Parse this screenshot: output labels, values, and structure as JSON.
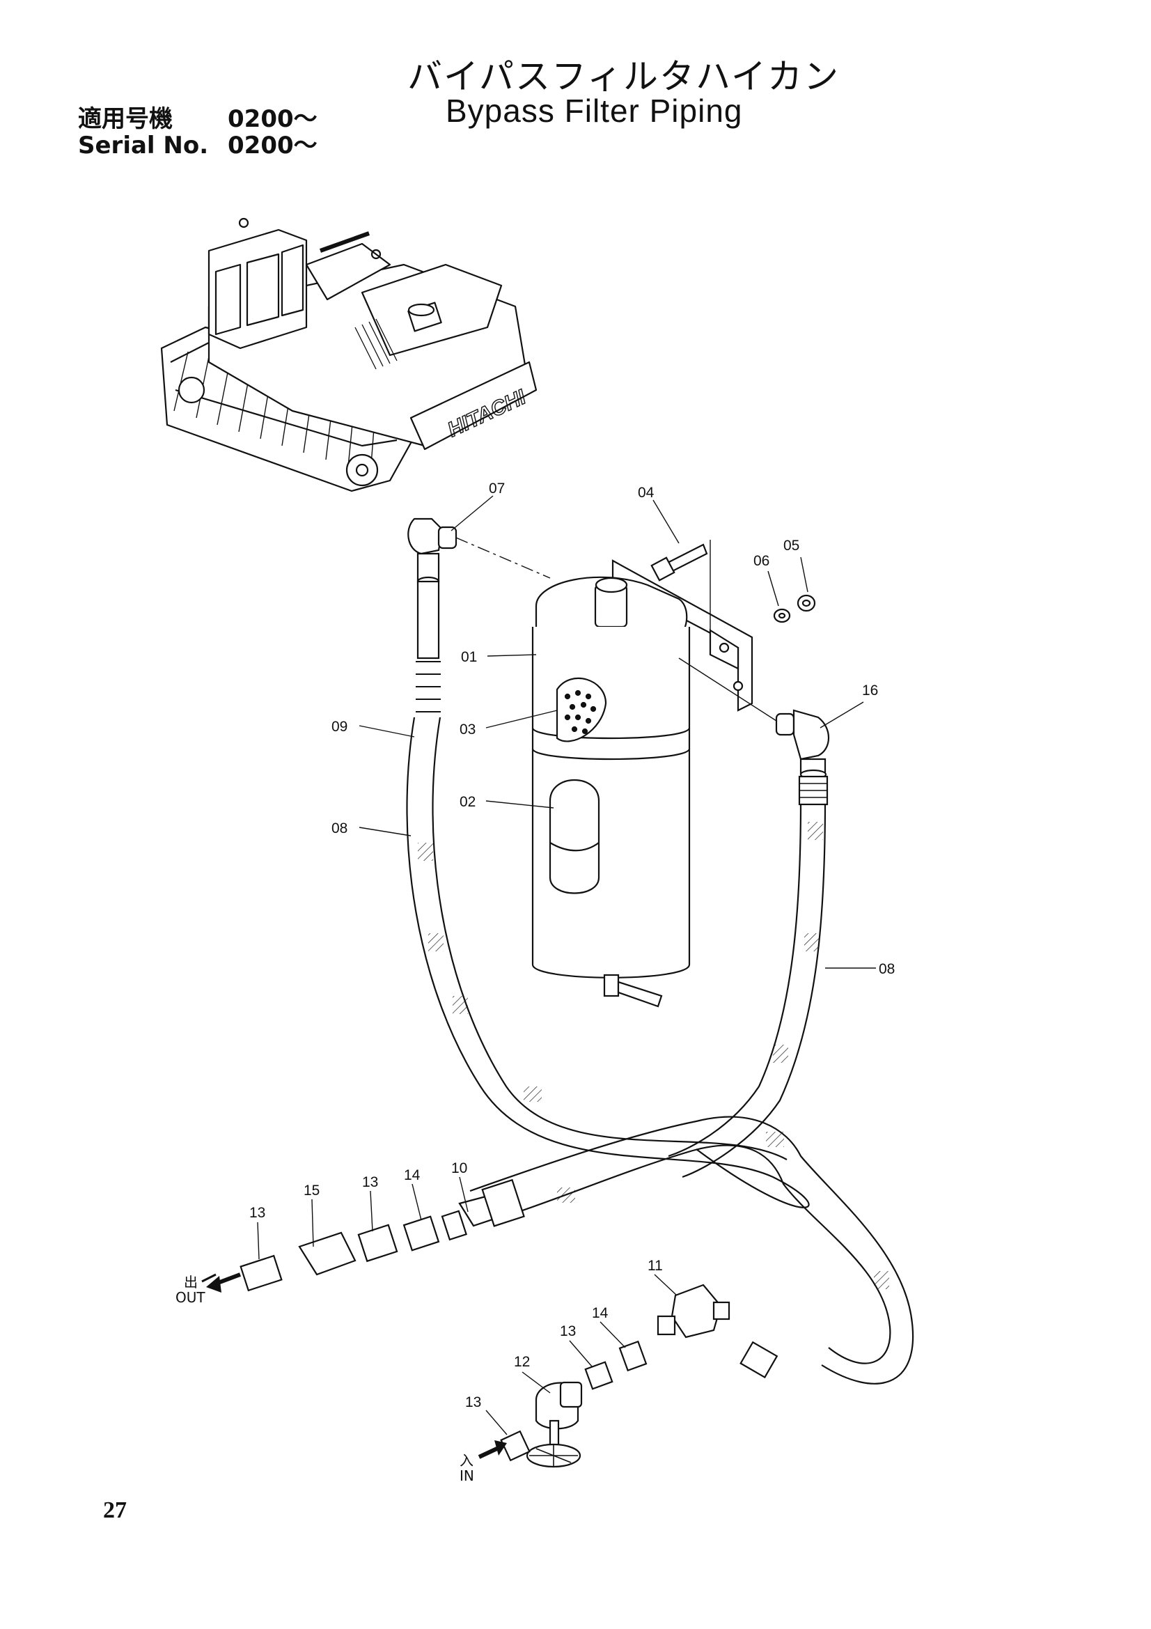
{
  "header": {
    "title_jp": "バイパスフィルタハイカン",
    "title_en": "Bypass Filter Piping",
    "serial_jp_label": "適用号機",
    "serial_jp_value": "0200～",
    "serial_en_label": "Serial No.",
    "serial_en_value": "0200～"
  },
  "machine": {
    "brand": "HITACHI"
  },
  "callouts": [
    "07",
    "04",
    "05",
    "06",
    "01",
    "16",
    "09",
    "03",
    "02",
    "08",
    "08",
    "13",
    "15",
    "13",
    "14",
    "10",
    "11",
    "14",
    "13",
    "12",
    "13"
  ],
  "flow": {
    "out_jp": "出",
    "out_en": "OUT",
    "in_jp": "入",
    "in_en": "IN"
  },
  "footer": {
    "page_number": "27"
  }
}
